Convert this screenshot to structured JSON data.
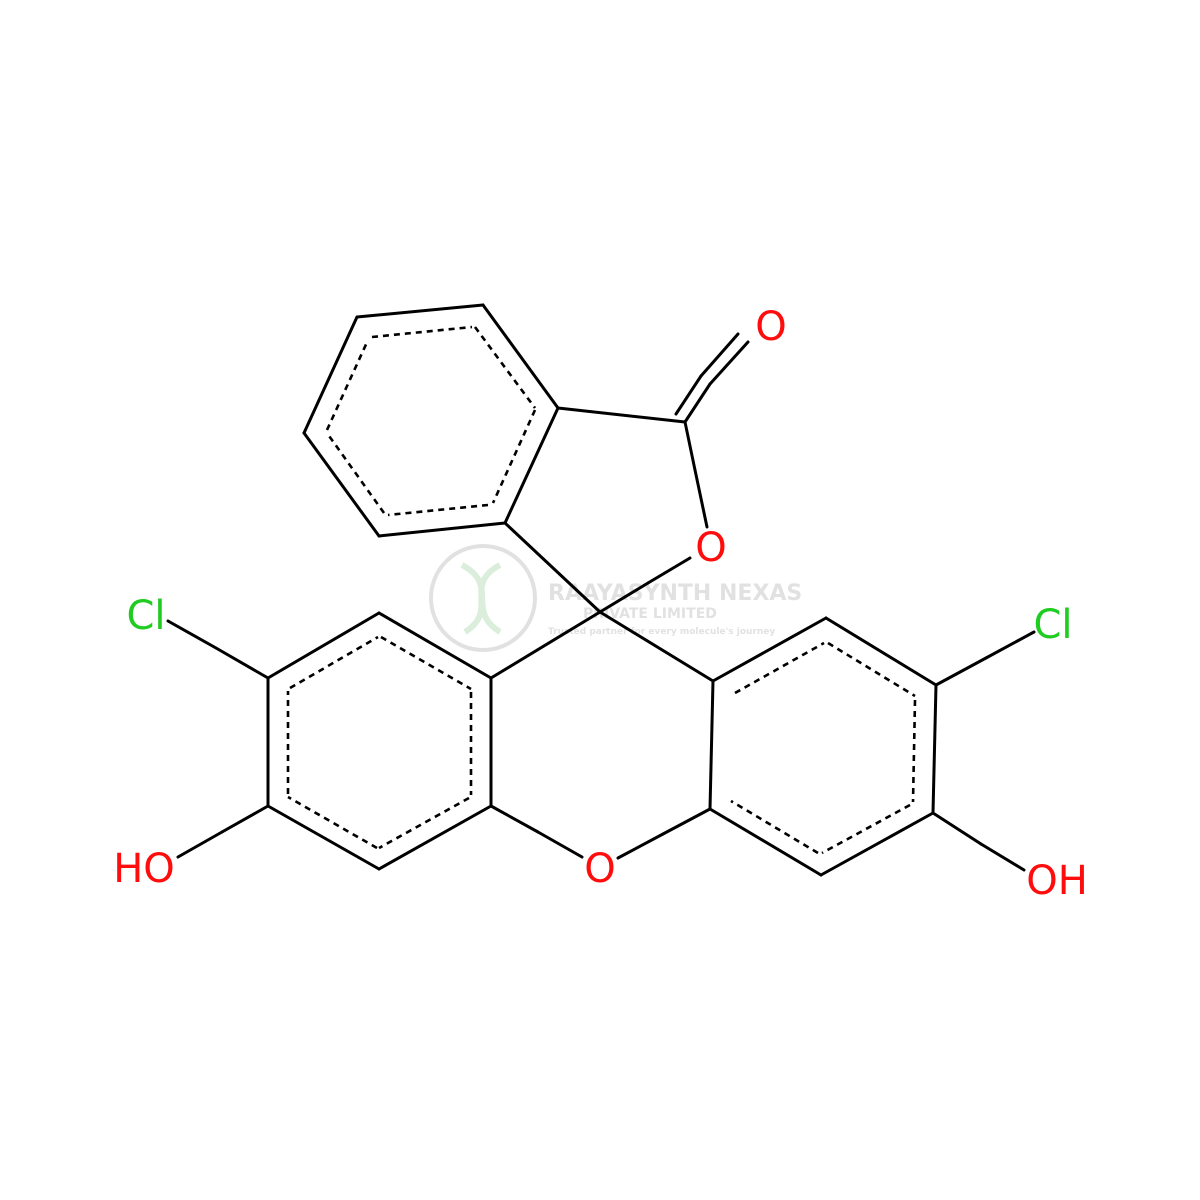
{
  "molecule": {
    "atoms": {
      "carbonyl_o": {
        "symbol": "O",
        "color": "#ff0d0d"
      },
      "lactone_o": {
        "symbol": "O",
        "color": "#ff0d0d"
      },
      "xanthene_o": {
        "symbol": "O",
        "color": "#ff0d0d"
      },
      "cl_left": {
        "symbol": "Cl",
        "color": "#1fcc1f"
      },
      "cl_right": {
        "symbol": "Cl",
        "color": "#1fcc1f"
      },
      "oh_left": {
        "symbol": "HO",
        "color": "#ff0d0d"
      },
      "oh_right": {
        "symbol": "OH",
        "color": "#ff0d0d"
      }
    },
    "bond_color": "#000000"
  },
  "watermark": {
    "company": "RAAYASYNTH NEXAS",
    "subtitle": "PRIVATE LIMITED",
    "tagline": "Trusted partner for every molecule's journey",
    "color": "#d8d8d8"
  }
}
